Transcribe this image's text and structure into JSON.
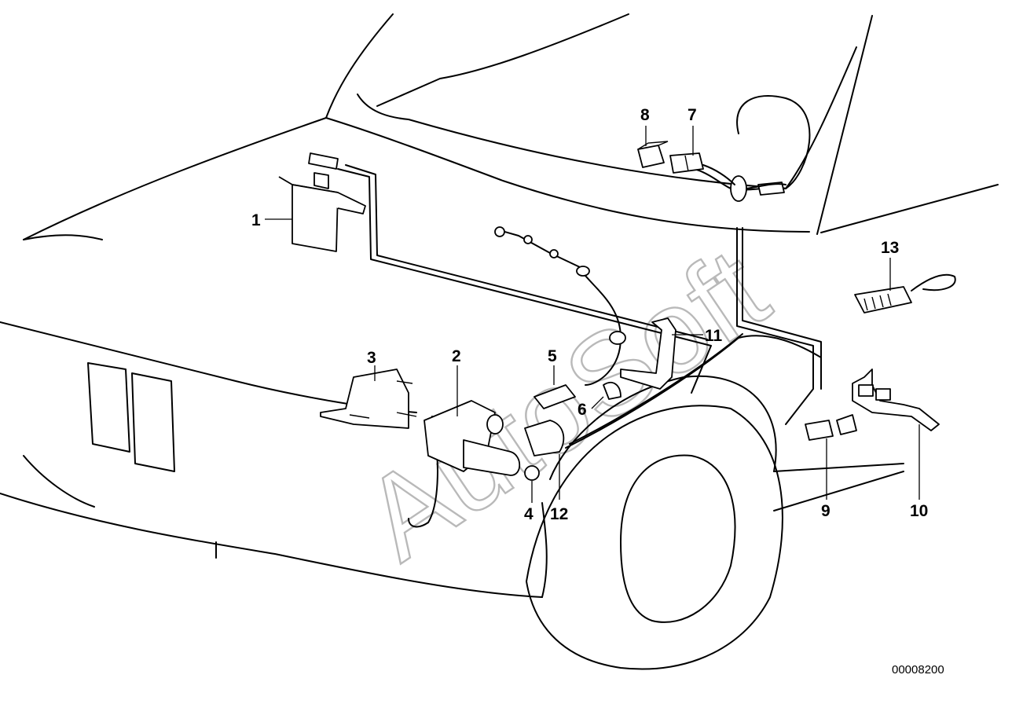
{
  "watermark": "AutoSoft",
  "diagram_id": "00008200",
  "callouts": [
    {
      "id": "1",
      "label": "1"
    },
    {
      "id": "2",
      "label": "2"
    },
    {
      "id": "3",
      "label": "3"
    },
    {
      "id": "4",
      "label": "4"
    },
    {
      "id": "5",
      "label": "5"
    },
    {
      "id": "6",
      "label": "6"
    },
    {
      "id": "7",
      "label": "7"
    },
    {
      "id": "8",
      "label": "8"
    },
    {
      "id": "9",
      "label": "9"
    },
    {
      "id": "10",
      "label": "10"
    },
    {
      "id": "11",
      "label": "11"
    },
    {
      "id": "12",
      "label": "12"
    },
    {
      "id": "13",
      "label": "13"
    }
  ]
}
